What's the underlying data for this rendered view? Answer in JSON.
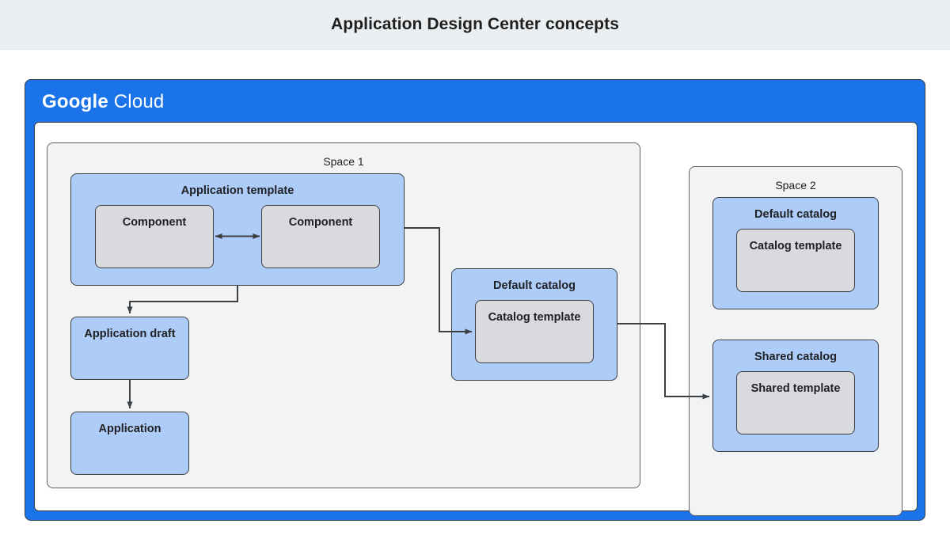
{
  "header": {
    "title": "Application Design Center concepts"
  },
  "frame": {
    "brand_bold": "Google",
    "brand_light": "Cloud",
    "brand_color": "#1a73e8"
  },
  "colors": {
    "header_band": "#eceff1",
    "space_fill": "#f1f3f4",
    "blue_fill": "#aeccf8",
    "gray_fill": "#d9dadd",
    "stroke": "#3c4043",
    "text": "#202124"
  },
  "spaces": [
    {
      "id": "space-1",
      "label": "Space 1",
      "groups": [
        {
          "id": "application-template",
          "label": "Application template",
          "children": [
            {
              "id": "component-left",
              "label": "Component"
            },
            {
              "id": "component-right",
              "label": "Component"
            }
          ]
        },
        {
          "id": "default-catalog-space-1",
          "label": "Default catalog",
          "children": [
            {
              "id": "catalog-template-space-1",
              "label": "Catalog template"
            }
          ]
        }
      ],
      "nodes": [
        {
          "id": "application-draft",
          "label": "Application draft"
        },
        {
          "id": "application",
          "label": "Application"
        }
      ]
    },
    {
      "id": "space-2",
      "label": "Space 2",
      "groups": [
        {
          "id": "default-catalog-space-2",
          "label": "Default catalog",
          "children": [
            {
              "id": "catalog-template-space-2",
              "label": "Catalog template"
            }
          ]
        },
        {
          "id": "shared-catalog",
          "label": "Shared catalog",
          "children": [
            {
              "id": "shared-template",
              "label": "Shared template"
            }
          ]
        }
      ]
    }
  ],
  "connectors": [
    {
      "id": "component-left-to-right",
      "from": "component-left",
      "to": "component-right",
      "style": "bidirectional"
    },
    {
      "id": "application-template-to-application-draft",
      "from": "application-template",
      "to": "application-draft",
      "style": "arrow"
    },
    {
      "id": "application-draft-to-application",
      "from": "application-draft",
      "to": "application",
      "style": "arrow"
    },
    {
      "id": "application-template-to-catalog-template",
      "from": "application-template",
      "to": "catalog-template-space-1",
      "style": "arrow"
    },
    {
      "id": "default-catalog-to-shared-catalog",
      "from": "default-catalog-space-1",
      "to": "shared-catalog",
      "style": "arrow"
    }
  ]
}
